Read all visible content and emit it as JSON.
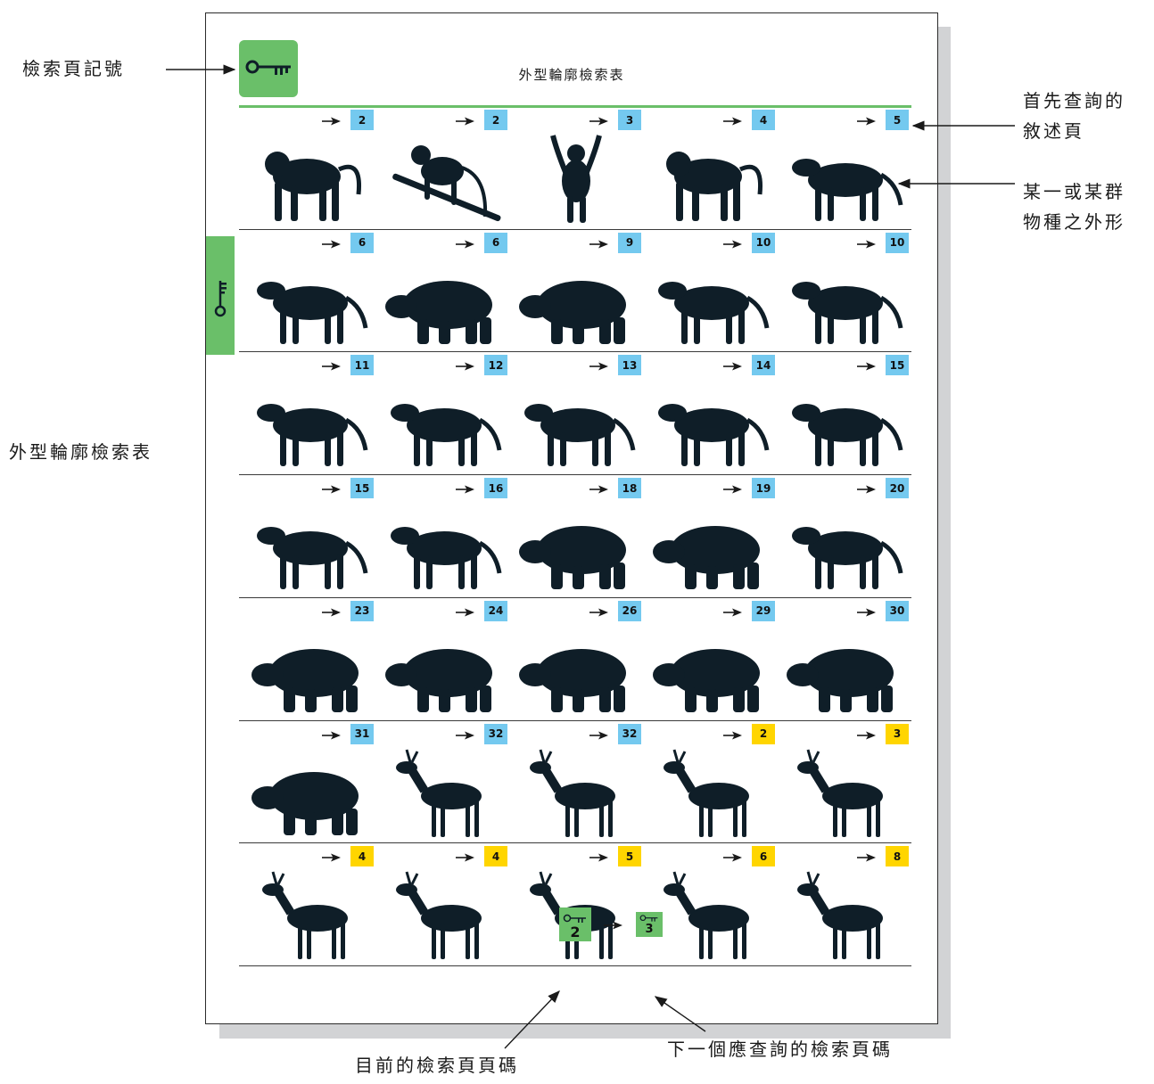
{
  "callouts": {
    "key_symbol": "檢索頁記號",
    "first_page": [
      "首先查詢的",
      "敘述頁"
    ],
    "silhouette": [
      "某一或某群",
      "物種之外形"
    ],
    "table": "外型輪廓檢索表",
    "current_page": "目前的檢索頁頁碼",
    "next_page": "下一個應查詢的檢索頁碼"
  },
  "page": {
    "title": "外型輪廓檢索表",
    "current_page_number": "2",
    "next_page_number": "3"
  },
  "colors": {
    "key_green": "#6abf69",
    "description_badge": "#74c9ef",
    "key_page_badge": "#ffd500",
    "silhouette": "#0f1e28"
  },
  "grid": [
    [
      {
        "ref": "2",
        "tone": "blue",
        "animal": "baboon"
      },
      {
        "ref": "2",
        "tone": "blue",
        "animal": "monkey-on-branch"
      },
      {
        "ref": "3",
        "tone": "blue",
        "animal": "gibbon"
      },
      {
        "ref": "4",
        "tone": "blue",
        "animal": "ape"
      },
      {
        "ref": "5",
        "tone": "blue",
        "animal": "jackal"
      }
    ],
    [
      {
        "ref": "6",
        "tone": "blue",
        "animal": "red-panda"
      },
      {
        "ref": "6",
        "tone": "blue",
        "animal": "bear"
      },
      {
        "ref": "9",
        "tone": "blue",
        "animal": "badger"
      },
      {
        "ref": "10",
        "tone": "blue",
        "animal": "civet"
      },
      {
        "ref": "10",
        "tone": "blue",
        "animal": "marten"
      }
    ],
    [
      {
        "ref": "11",
        "tone": "blue",
        "animal": "spotted-hyena"
      },
      {
        "ref": "12",
        "tone": "blue",
        "animal": "striped-hyena"
      },
      {
        "ref": "13",
        "tone": "blue",
        "animal": "lynx"
      },
      {
        "ref": "14",
        "tone": "blue",
        "animal": "caracal"
      },
      {
        "ref": "15",
        "tone": "blue",
        "animal": "cougar"
      }
    ],
    [
      {
        "ref": "15",
        "tone": "blue",
        "animal": "lion"
      },
      {
        "ref": "16",
        "tone": "blue",
        "animal": "tiger"
      },
      {
        "ref": "18",
        "tone": "blue",
        "animal": "walrus"
      },
      {
        "ref": "19",
        "tone": "blue",
        "animal": "elephant"
      },
      {
        "ref": "20",
        "tone": "blue",
        "animal": "zebra"
      }
    ],
    [
      {
        "ref": "23",
        "tone": "blue",
        "animal": "tapir"
      },
      {
        "ref": "24",
        "tone": "blue",
        "animal": "rhinoceros"
      },
      {
        "ref": "26",
        "tone": "blue",
        "animal": "boar"
      },
      {
        "ref": "29",
        "tone": "blue",
        "animal": "peccary"
      },
      {
        "ref": "30",
        "tone": "blue",
        "animal": "hippopotamus"
      }
    ],
    [
      {
        "ref": "31",
        "tone": "blue",
        "animal": "chevrotain"
      },
      {
        "ref": "32",
        "tone": "blue",
        "animal": "musk-deer"
      },
      {
        "ref": "32",
        "tone": "blue",
        "animal": "water-deer"
      },
      {
        "ref": "2",
        "tone": "yellow",
        "animal": "muntjac"
      },
      {
        "ref": "3",
        "tone": "yellow",
        "animal": "duiker"
      }
    ],
    [
      {
        "ref": "4",
        "tone": "yellow",
        "animal": "small-deer"
      },
      {
        "ref": "4",
        "tone": "yellow",
        "animal": "tufted-deer"
      },
      {
        "ref": "5",
        "tone": "yellow",
        "animal": "antelope"
      },
      {
        "ref": "6",
        "tone": "yellow",
        "animal": "spiked-deer"
      },
      {
        "ref": "8",
        "tone": "yellow",
        "animal": "red-deer"
      }
    ]
  ]
}
